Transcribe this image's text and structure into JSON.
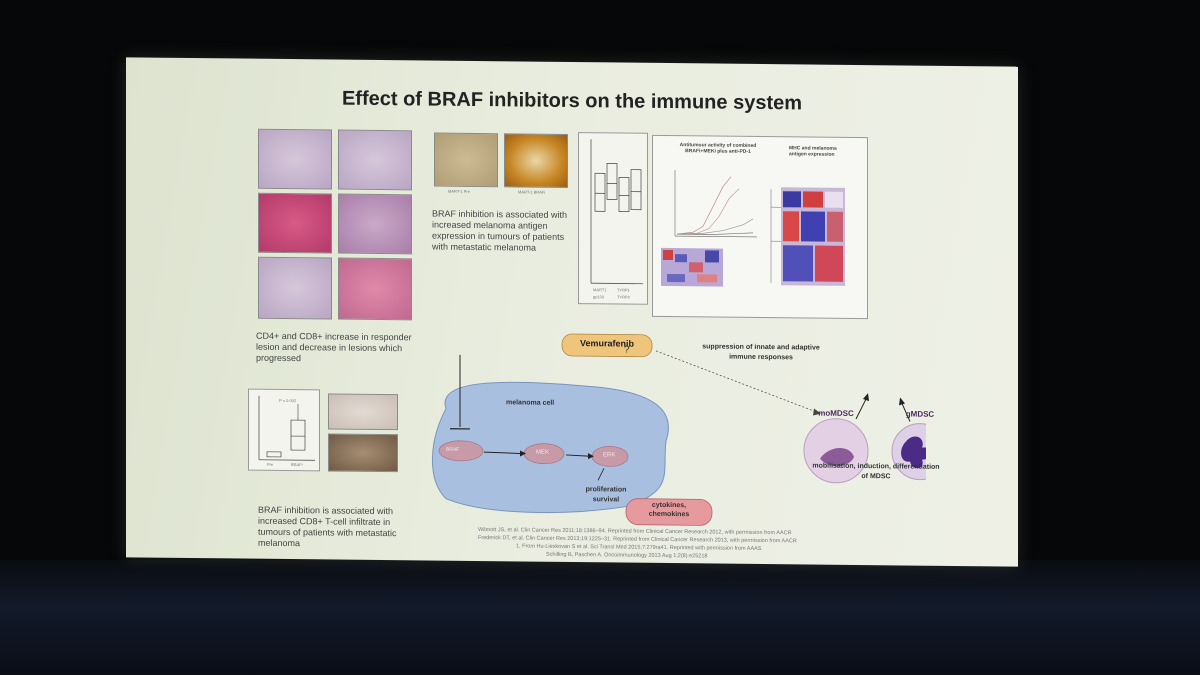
{
  "slide": {
    "title": "Effect of BRAF inhibitors on the immune system",
    "captions": {
      "cd4_cd8": "CD4+ and CD8+ increase in responder lesion and decrease in lesions which progressed",
      "braf_antigen": "BRAF inhibition is associated with increased melanoma antigen expression in tumours of patients with metastatic melanoma",
      "braf_tcell": "BRAF inhibition is associated with increased CD8+ T-cell infiltrate in tumours of patients with metastatic melanoma"
    },
    "figure_titles": {
      "antitumour": "Antitumour activity of combined BRAFi+MEKi plus anti-PD-1",
      "mhc": "MHC and melanoma antigen expression"
    },
    "box_labels": {
      "mart_pre": "MART-1 Pre",
      "mart_braf": "MART-1 BRAFi",
      "x_labels": [
        "MART1",
        "TYRP1",
        "gp100",
        "TYRP2"
      ],
      "p_value": "P = 0.002",
      "pre": "Pre",
      "brafi": "BRAFi"
    },
    "diagram": {
      "vemurafenib": "Vemurafenib",
      "melanoma_cell": "melanoma cell",
      "braf": "BRAF",
      "mek": "MEK",
      "erk": "ERK",
      "proliferation": "proliferation",
      "survival": "survival",
      "cytokines": "cytokines,",
      "chemokines": "chemokines",
      "question": "?",
      "suppression_1": "suppression of innate and adaptive",
      "suppression_2": "immune responses",
      "momdsc": "moMDSC",
      "gmdsc": "gMDSC",
      "mobilisation_1": "mobilisation, induction, differentiation",
      "mobilisation_2": "of MDSC"
    },
    "references": [
      "Wilmott JS, et al. Clin Cancer Res 2011;18:1386–94. Reprinted from Clinical Cancer Research 2012, with permission from AACR",
      "Frederick DT, et al. Clin Cancer Res 2013;19:1225–31. Reprinted from Clinical Cancer Research 2013, with permission from AACR",
      "1. From Hu-Lieskovan S et al. Sci Transl Med 2015;7:279ra41. Reprinted with permission from AAAS",
      "Schilling B, Paschen A. Oncoimmunology 2013 Aug 1;2(8):e25218"
    ],
    "colors": {
      "cell": "#a9bfe0",
      "pathway_node": "#c79aa8",
      "vemurafenib_box": "#efc47b",
      "cytokine_box": "#e79a9e"
    }
  }
}
